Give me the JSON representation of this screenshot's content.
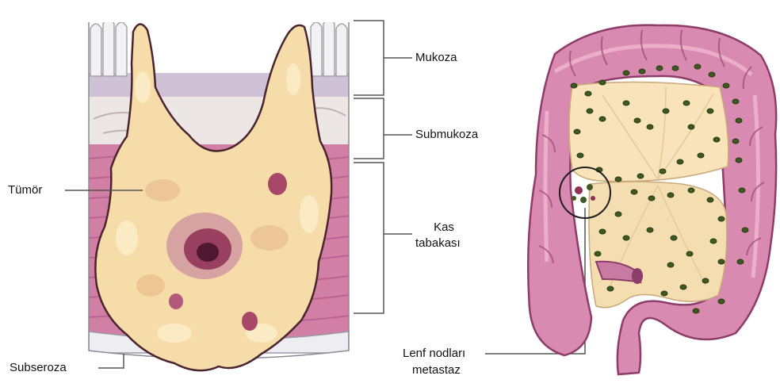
{
  "labels": {
    "mukoza": "Mukoza",
    "submukoza": "Submukoza",
    "kas_line1": "Kas",
    "kas_line2": "tabakası",
    "tumor": "Tümör",
    "subseroza": "Subseroza",
    "lenf_line1": "Lenf nodları",
    "lenf_line2": "metastaz"
  },
  "colors": {
    "tumor_fill": "#f6dca8",
    "tumor_core": "#8e2f55",
    "muscle": "#d27fa6",
    "mucosa": "#cfc2d6",
    "colon_wall": "#d98ab0",
    "lymph_node": "#3e5a22"
  }
}
